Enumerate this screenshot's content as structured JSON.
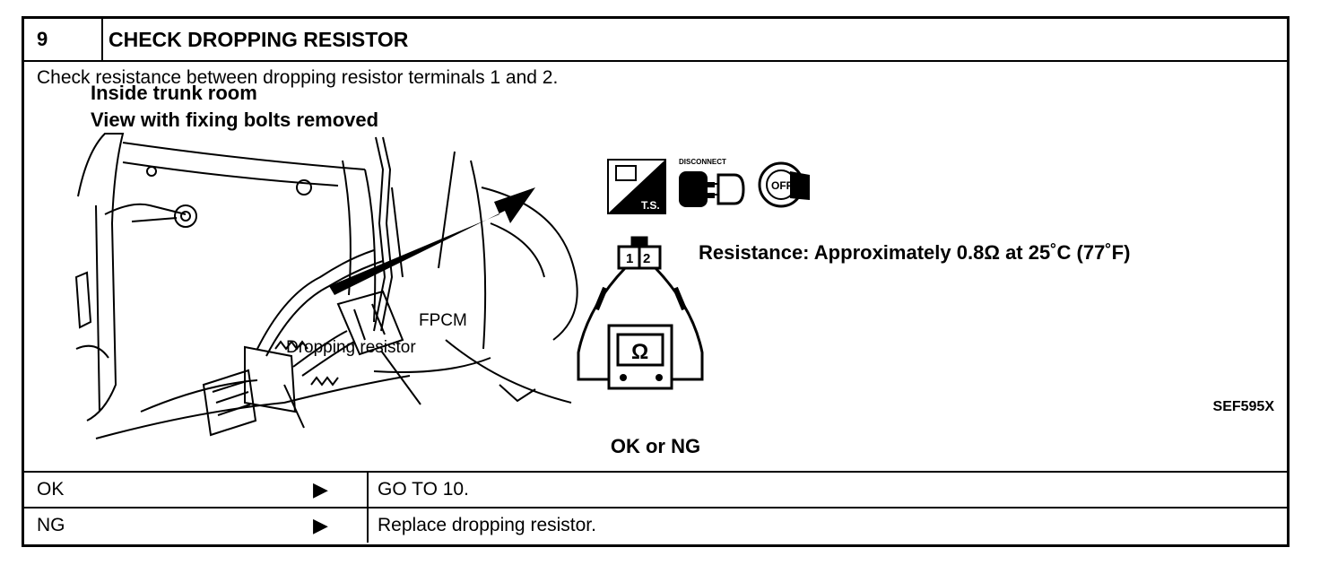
{
  "step": {
    "number": "9",
    "title": "CHECK DROPPING RESISTOR",
    "instruction": "Check resistance between dropping resistor terminals 1 and 2."
  },
  "figure": {
    "label_location": "Inside trunk room",
    "label_view": "View with fixing bolts removed",
    "label_fpcm": "FPCM",
    "label_resistor": "Dropping resistor",
    "ts_badge": "T.S.",
    "disconnect_label": "DISCONNECT",
    "ignition_label": "OFF",
    "terminal_1": "1",
    "terminal_2": "2",
    "ohm_symbol": "Ω",
    "resistance_spec": "Resistance: Approximately 0.8Ω at 25˚C (77˚F)",
    "figure_code": "SEF595X"
  },
  "verdict": "OK or NG",
  "results": [
    {
      "result": "OK",
      "arrow": "▶",
      "action": "GO TO 10."
    },
    {
      "result": "NG",
      "arrow": "▶",
      "action": "Replace dropping resistor."
    }
  ]
}
